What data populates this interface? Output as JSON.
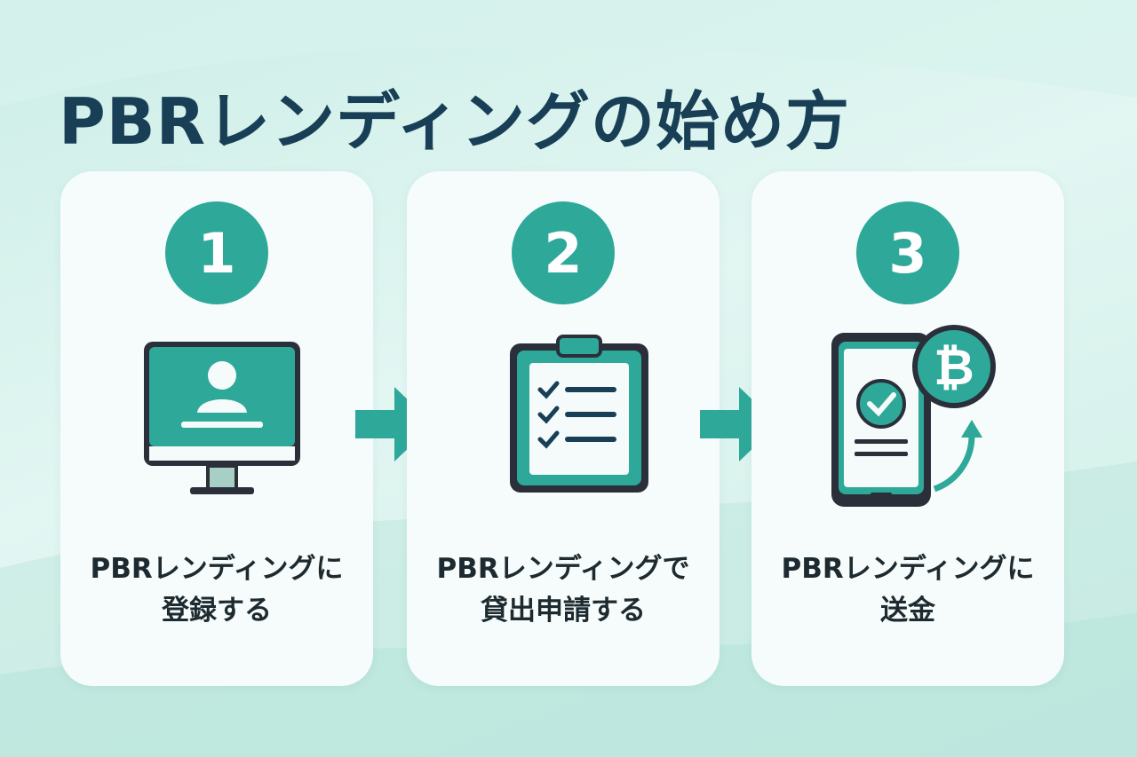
{
  "title": "PBRレンディングの始め方",
  "colors": {
    "accent": "#2ea899",
    "navy": "#183f56",
    "card": "#f6fcfb"
  },
  "steps": [
    {
      "number": "1",
      "icon": "monitor-user-icon",
      "label_line1": "PBRレンディングに",
      "label_line2": "登録する"
    },
    {
      "number": "2",
      "icon": "clipboard-checklist-icon",
      "label_line1": "PBRレンディングで",
      "label_line2": "貸出申請する"
    },
    {
      "number": "3",
      "icon": "smartphone-bitcoin-icon",
      "label_line1": "PBRレンディングに",
      "label_line2": "送金"
    }
  ],
  "arrows": [
    {
      "icon": "arrow-right-icon"
    },
    {
      "icon": "arrow-right-icon"
    }
  ]
}
